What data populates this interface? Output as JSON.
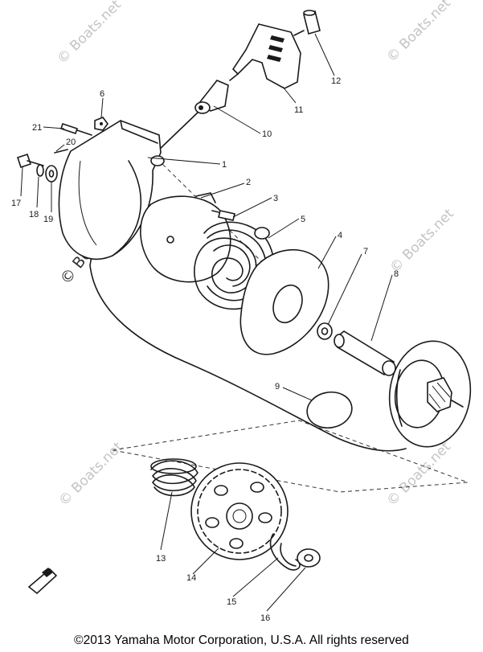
{
  "diagram": {
    "part_labels": [
      "1",
      "2",
      "3",
      "4",
      "5",
      "6",
      "7",
      "8",
      "9",
      "10",
      "11",
      "12",
      "13",
      "14",
      "15",
      "16",
      "17",
      "18",
      "19",
      "20",
      "21"
    ],
    "watermark_text": "© Boats.net",
    "copyright": "©2013 Yamaha Motor Corporation, U.S.A. All rights reserved"
  }
}
